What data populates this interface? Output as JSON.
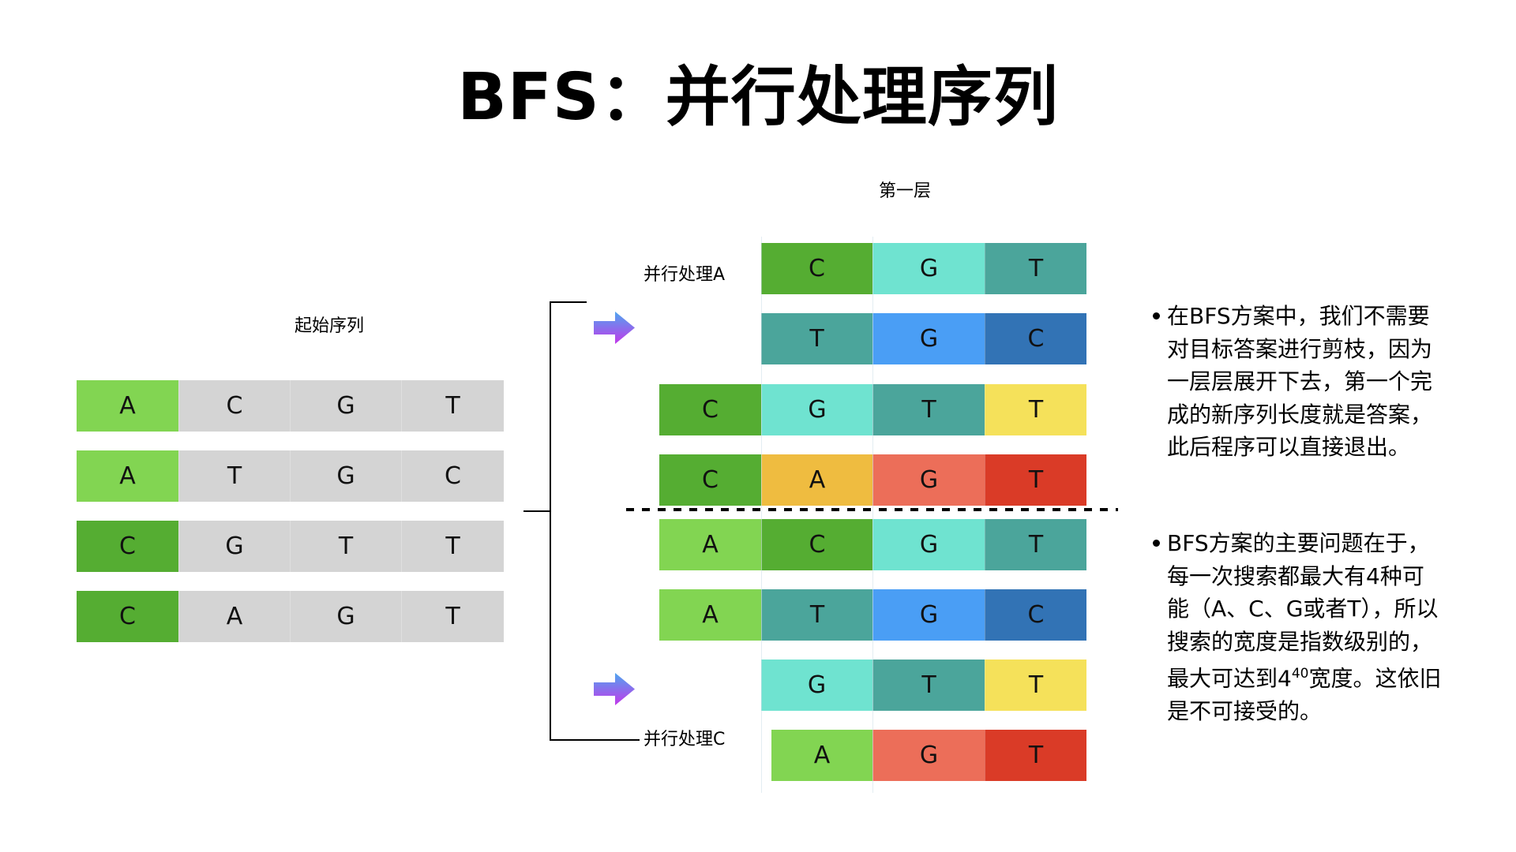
{
  "title": "BFS：并行处理序列",
  "labels": {
    "start": "起始序列",
    "layer": "第一层",
    "parallel_a": "并行处理A",
    "parallel_c": "并行处理C"
  },
  "colors": {
    "A": "#82d552",
    "C_dark": "#55ad32",
    "G_mint": "#6fe3d0",
    "T_teal": "#4ba59b",
    "G_blue": "#4a9ef5",
    "C_blue": "#3273b5",
    "T_yellow": "#f5e15a",
    "A_orange": "#efbc40",
    "G_salmon": "#ec6e59",
    "T_red": "#da3b27",
    "gray": "#d4d4d4"
  },
  "start_sequences": [
    [
      {
        "b": "A",
        "c": "A"
      },
      {
        "b": "C",
        "c": "gray"
      },
      {
        "b": "G",
        "c": "gray"
      },
      {
        "b": "T",
        "c": "gray"
      }
    ],
    [
      {
        "b": "A",
        "c": "A"
      },
      {
        "b": "T",
        "c": "gray"
      },
      {
        "b": "G",
        "c": "gray"
      },
      {
        "b": "C",
        "c": "gray"
      }
    ],
    [
      {
        "b": "C",
        "c": "C_dark"
      },
      {
        "b": "G",
        "c": "gray"
      },
      {
        "b": "T",
        "c": "gray"
      },
      {
        "b": "T",
        "c": "gray"
      }
    ],
    [
      {
        "b": "C",
        "c": "C_dark"
      },
      {
        "b": "A",
        "c": "gray"
      },
      {
        "b": "G",
        "c": "gray"
      },
      {
        "b": "T",
        "c": "gray"
      }
    ]
  ],
  "layer_sequences": [
    [
      {
        "b": "C",
        "c": "C_dark"
      },
      {
        "b": "G",
        "c": "G_mint"
      },
      {
        "b": "T",
        "c": "T_teal"
      }
    ],
    [
      {
        "b": "T",
        "c": "T_teal"
      },
      {
        "b": "G",
        "c": "G_blue"
      },
      {
        "b": "C",
        "c": "C_blue"
      }
    ],
    [
      {
        "b": "C",
        "c": "C_dark"
      },
      {
        "b": "G",
        "c": "G_mint"
      },
      {
        "b": "T",
        "c": "T_teal"
      },
      {
        "b": "T",
        "c": "T_yellow"
      }
    ],
    [
      {
        "b": "C",
        "c": "C_dark"
      },
      {
        "b": "A",
        "c": "A_orange"
      },
      {
        "b": "G",
        "c": "G_salmon"
      },
      {
        "b": "T",
        "c": "T_red"
      }
    ],
    [
      {
        "b": "A",
        "c": "A"
      },
      {
        "b": "C",
        "c": "C_dark"
      },
      {
        "b": "G",
        "c": "G_mint"
      },
      {
        "b": "T",
        "c": "T_teal"
      }
    ],
    [
      {
        "b": "A",
        "c": "A"
      },
      {
        "b": "T",
        "c": "T_teal"
      },
      {
        "b": "G",
        "c": "G_blue"
      },
      {
        "b": "C",
        "c": "C_blue"
      }
    ],
    [
      {
        "b": "G",
        "c": "G_mint"
      },
      {
        "b": "T",
        "c": "T_teal"
      },
      {
        "b": "T",
        "c": "T_yellow"
      }
    ],
    [
      {
        "b": "A",
        "c": "A"
      },
      {
        "b": "G",
        "c": "G_salmon"
      },
      {
        "b": "T",
        "c": "T_red"
      }
    ]
  ],
  "bullets": [
    {
      "text": "在BFS方案中，我们不需要对目标答案进行剪枝，因为一层层展开下去，第一个完成的新序列长度就是答案，此后程序可以直接退出。"
    },
    {
      "text_before": "BFS方案的主要问题在于，每一次搜索都最大有4种可能（A、C、G或者T），所以搜索的宽度是指数级别的，最大可达到",
      "base": "4",
      "exponent": "40",
      "text_after": "宽度。这依旧是不可接受的。"
    }
  ],
  "icons": [
    "arrow-right-icon",
    "arrow-right-icon"
  ]
}
